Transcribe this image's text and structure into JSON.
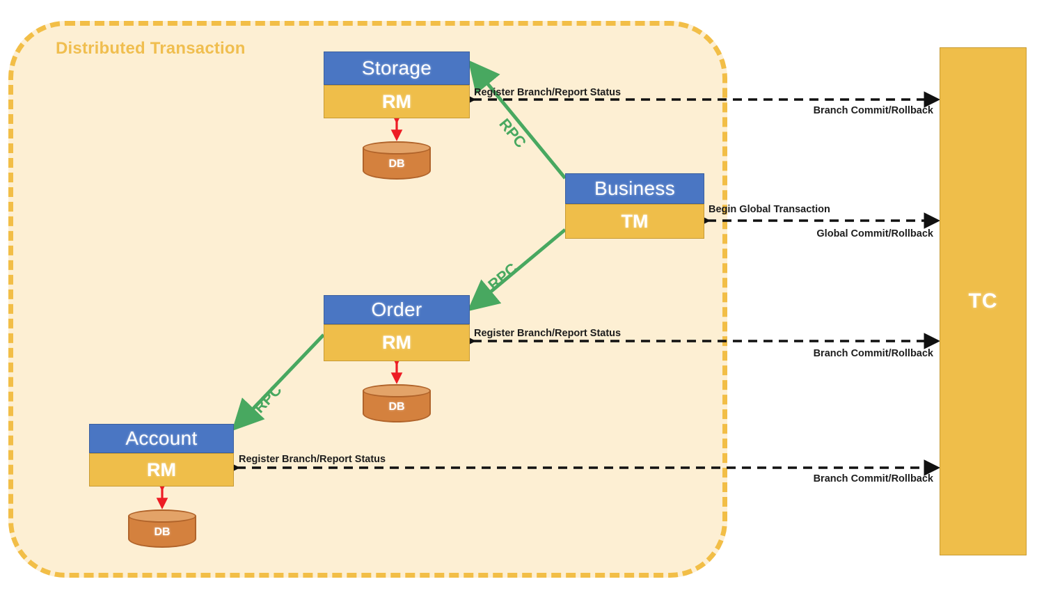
{
  "diagram": {
    "container_label": "Distributed Transaction",
    "colors": {
      "container_fill": "#FDEFD3",
      "container_border": "#F2BE47",
      "service_header": "#4A76C3",
      "service_role": "#EFBE4A",
      "coordinator": "#EFBE4A",
      "database": "#D4813E",
      "rpc_line": "#48A860",
      "db_link": "#ED1C24",
      "flow_line": "#000000"
    },
    "coordinator": {
      "label": "TC",
      "name": "transaction-coordinator"
    },
    "services": [
      {
        "name": "storage",
        "title": "Storage",
        "role": "RM",
        "database": "DB"
      },
      {
        "name": "business",
        "title": "Business",
        "role": "TM",
        "database": null
      },
      {
        "name": "order",
        "title": "Order",
        "role": "RM",
        "database": "DB"
      },
      {
        "name": "account",
        "title": "Account",
        "role": "RM",
        "database": "DB"
      }
    ],
    "rpc_links": [
      {
        "name": "business-to-storage",
        "label": "RPC"
      },
      {
        "name": "business-to-order",
        "label": "RPC"
      },
      {
        "name": "order-to-account",
        "label": "RPC"
      }
    ],
    "flows": [
      {
        "name": "storage-rm-to-tc",
        "upper": "Register Branch/Report Status",
        "lower": "Branch Commit/Rollback"
      },
      {
        "name": "business-tm-to-tc",
        "upper": "Begin Global Transaction",
        "lower": "Global Commit/Rollback"
      },
      {
        "name": "order-rm-to-tc",
        "upper": "Register Branch/Report Status",
        "lower": "Branch Commit/Rollback"
      },
      {
        "name": "account-rm-to-tc",
        "upper": "Register Branch/Report Status",
        "lower": "Branch Commit/Rollback"
      }
    ]
  }
}
